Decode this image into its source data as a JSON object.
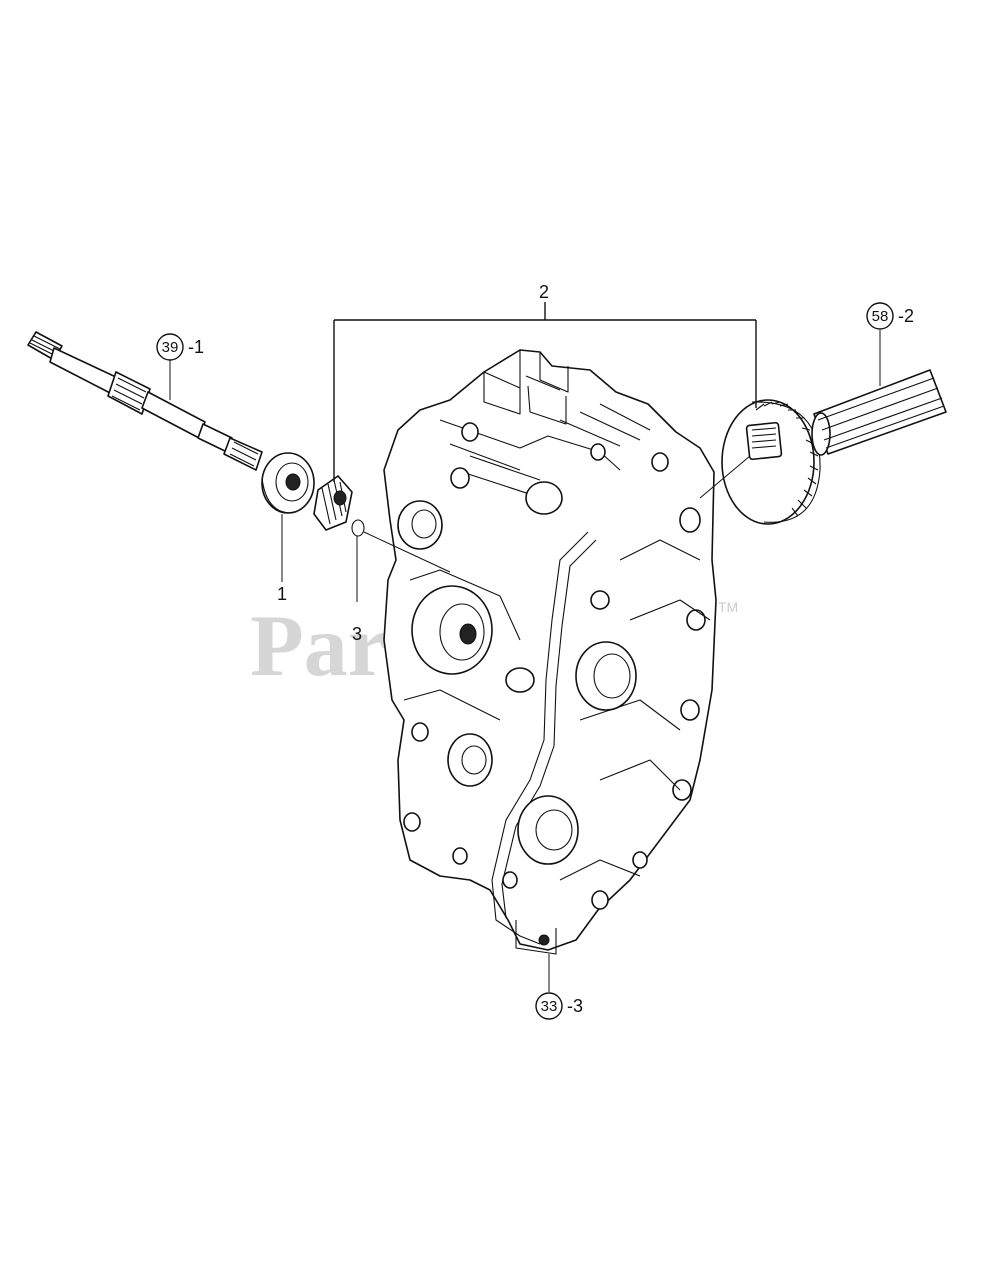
{
  "watermark": {
    "text": "PartTree",
    "tm": "TM"
  },
  "callouts": {
    "shaft": {
      "circle": "39",
      "suffix": "-1"
    },
    "bearing": {
      "label": "1"
    },
    "gear_set": {
      "label": "2"
    },
    "ring": {
      "label": "3"
    },
    "spline_shaft": {
      "circle": "58",
      "suffix": "-2"
    },
    "housing": {
      "circle": "33",
      "suffix": "-3"
    }
  }
}
